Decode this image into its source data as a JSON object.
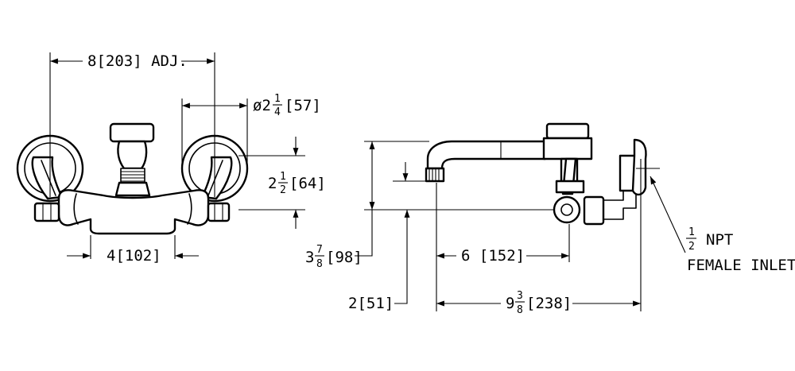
{
  "dimensions": {
    "center_spacing": {
      "text": "8[203] ADJ."
    },
    "flange_diameter": {
      "prefix": "ø2",
      "num": "1",
      "den": "4",
      "suffix": "[57]"
    },
    "height_to_inlet": {
      "prefix": "2",
      "num": "1",
      "den": "2",
      "suffix": "[64]"
    },
    "body_width": {
      "text": "4[102]"
    },
    "total_height": {
      "prefix": "3",
      "num": "7",
      "den": "8",
      "suffix": "[98]"
    },
    "spout_length": {
      "text": "6 [152]"
    },
    "spout_drop": {
      "text": "2[51]"
    },
    "overall_depth": {
      "prefix": "9",
      "num": "3",
      "den": "8",
      "suffix": "[238]"
    }
  },
  "notes": {
    "inlet_fraction_num": "1",
    "inlet_fraction_den": "2",
    "inlet_line1_rest": "NPT",
    "inlet_line2": "FEMALE INLETS"
  }
}
